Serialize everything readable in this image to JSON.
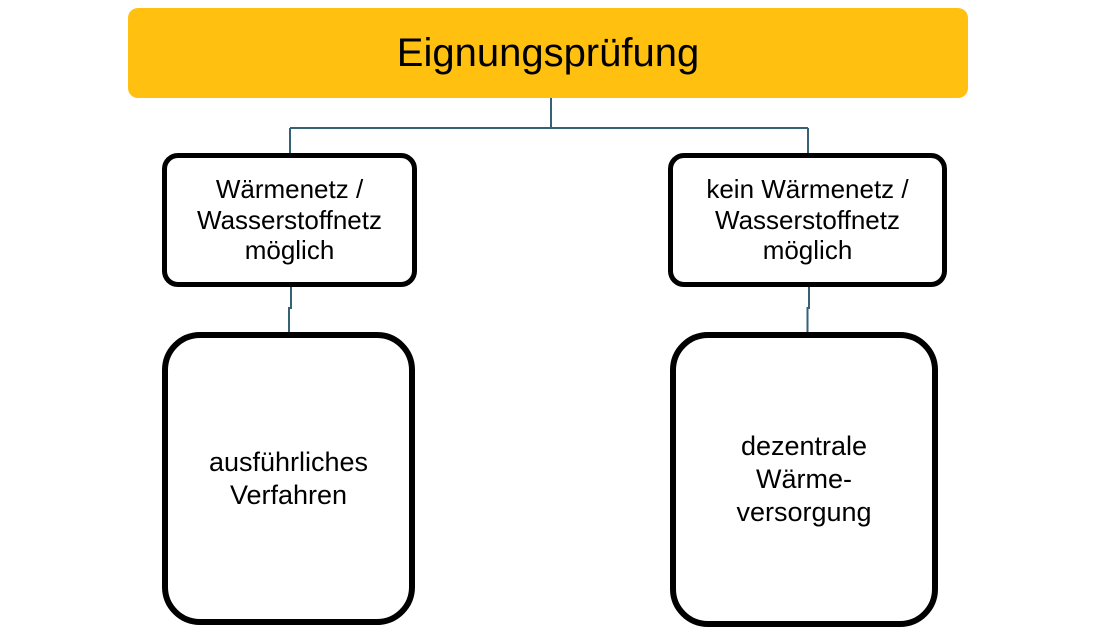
{
  "diagram": {
    "type": "flowchart",
    "title": "Eignungsprüfung",
    "nodes": {
      "root": {
        "label": "Eignungsprüfung"
      },
      "left_condition": {
        "label": "Wärmenetz /\nWasserstoffnetz\nmöglich"
      },
      "right_condition": {
        "label": "kein Wärmenetz /\nWasserstoffnetz\nmöglich"
      },
      "left_outcome": {
        "label": "ausführliches\nVerfahren"
      },
      "right_outcome": {
        "label": "dezentrale\nWärme-\nversorgung"
      }
    },
    "edges": [
      {
        "from": "root",
        "to": "left_condition"
      },
      {
        "from": "root",
        "to": "right_condition"
      },
      {
        "from": "left_condition",
        "to": "left_outcome"
      },
      {
        "from": "right_condition",
        "to": "right_outcome"
      }
    ]
  },
  "colors": {
    "banner-bg": "#FFC010",
    "connector": "#356275",
    "box-border": "#000000",
    "box-bg": "#FFFFFF",
    "text": "#000000",
    "page-bg": "#FFFFFF"
  }
}
